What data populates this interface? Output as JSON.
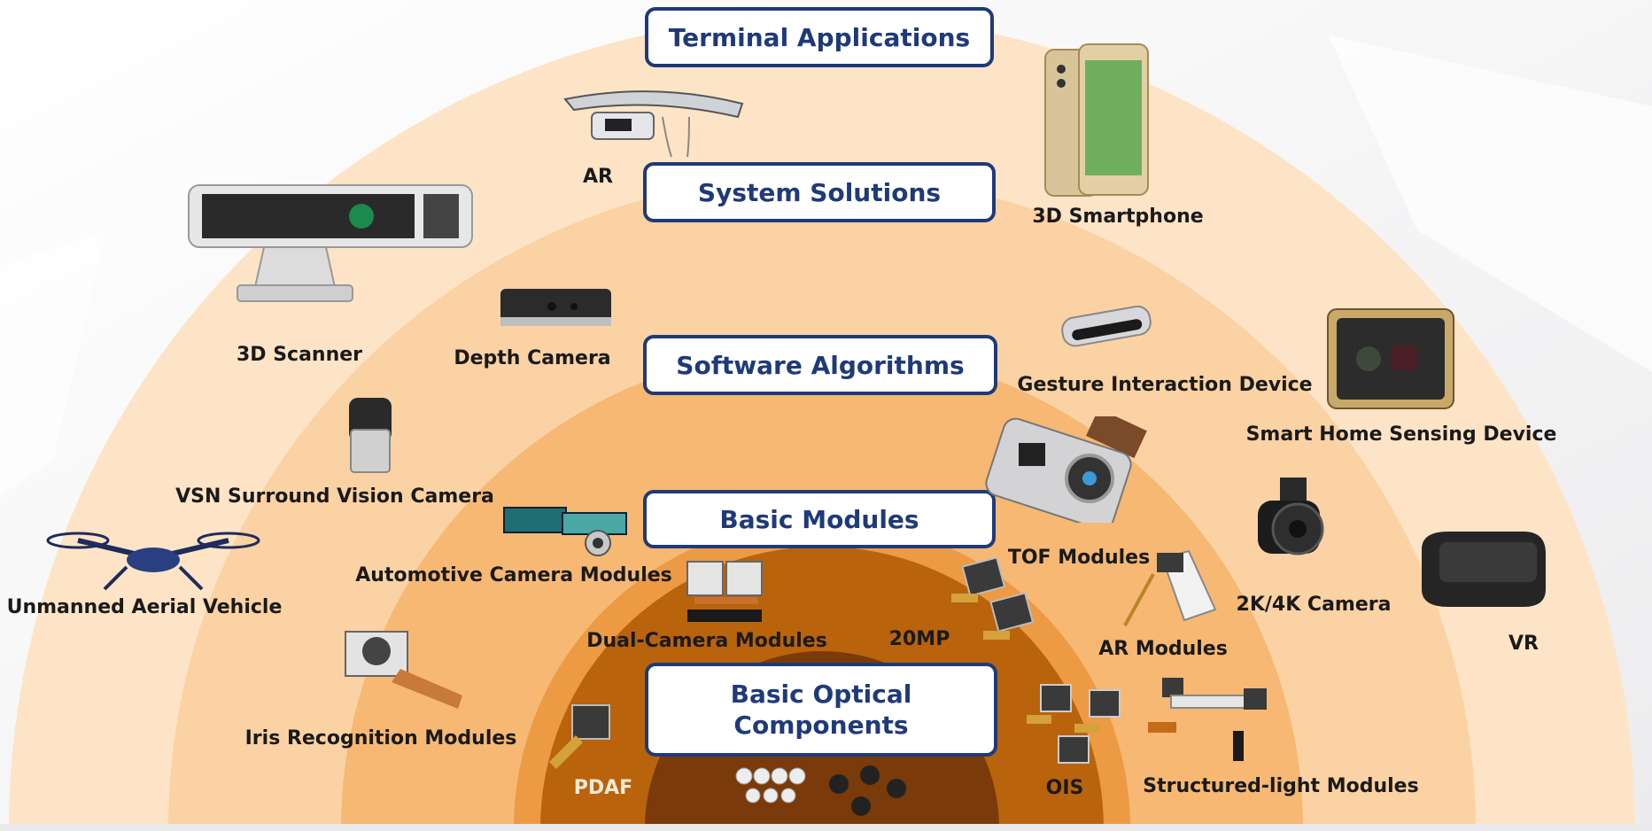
{
  "layers": {
    "terminal": "Terminal Applications",
    "system": "System Solutions",
    "software": "Software Algorithms",
    "modules": "Basic Modules",
    "optical_line1": "Basic Optical",
    "optical_line2": "Components"
  },
  "devices": {
    "ar": "AR",
    "smartphone": "3D Smartphone",
    "scanner": "3D Scanner",
    "depth_camera": "Depth Camera",
    "gesture": "Gesture Interaction Device",
    "smart_home": "Smart Home Sensing Device",
    "vsn": "VSN Surround Vision Camera",
    "uav": "Unmanned Aerial Vehicle",
    "automotive": "Automotive Camera Modules",
    "tof": "TOF Modules",
    "camera_2k4k": "2K/4K Camera",
    "vr": "VR",
    "dual": "Dual-Camera Modules",
    "mp20": "20MP",
    "ar_modules": "AR Modules",
    "iris": "Iris Recognition Modules",
    "pdaf": "PDAF",
    "ois": "OIS",
    "structured": "Structured-light Modules"
  },
  "colors": {
    "ring1": "#fde4c6",
    "ring2": "#fbd2a3",
    "ring3": "#f6b873",
    "ring4": "#ed9a44",
    "ring5": "#b9630d",
    "ring6": "#7a3a0a",
    "box_border": "#1f3a7a"
  }
}
